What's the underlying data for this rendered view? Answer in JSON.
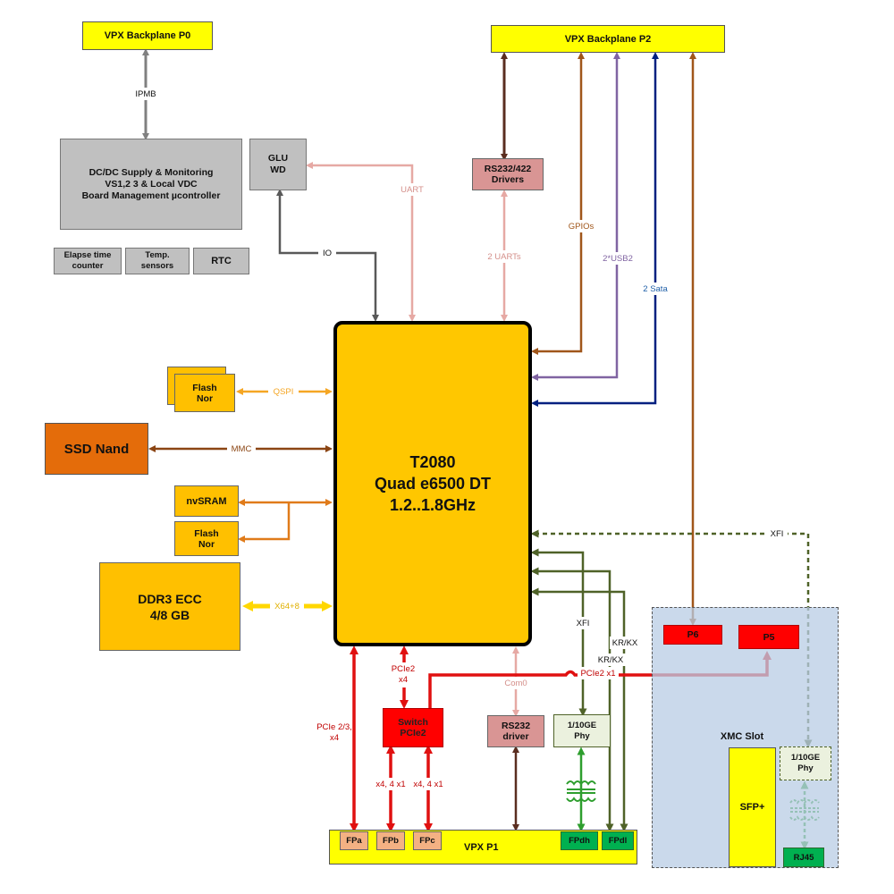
{
  "vpx_p0": "VPX Backplane P0",
  "vpx_p2": "VPX Backplane P2",
  "dcdc": [
    "DC/DC Supply & Monitoring",
    "VS1,2 3 & Local VDC",
    "Board Management µcontroller"
  ],
  "glu": [
    "GLU",
    "WD"
  ],
  "rs232_422": [
    "RS232/422",
    "Drivers"
  ],
  "elapse": [
    "Elapse time",
    "counter"
  ],
  "temp": [
    "Temp.",
    "sensors"
  ],
  "rtc": "RTC",
  "cpu": [
    "T2080",
    "Quad e6500 DT",
    "1.2..1.8GHz"
  ],
  "flash_nor_1": [
    "Flash",
    "Nor"
  ],
  "ssd": "SSD Nand",
  "nvsram": "nvSRAM",
  "flash_nor_2": [
    "Flash",
    "Nor"
  ],
  "ddr3": [
    "DDR3 ECC",
    "4/8 GB"
  ],
  "switch": [
    "Switch",
    "PCIe2"
  ],
  "rs232_driver": [
    "RS232",
    "driver"
  ],
  "phy_main": [
    "1/10GE",
    "Phy"
  ],
  "p6": "P6",
  "p5": "P5",
  "xmc_slot": "XMC Slot",
  "sfp": "SFP+",
  "phy_xmc": [
    "1/10GE",
    "Phy"
  ],
  "rj45": "RJ45",
  "vpx_p1": "VPX P1",
  "fp": {
    "a": "FPa",
    "b": "FPb",
    "c": "FPc",
    "dh": "FPdh",
    "dl": "FPdl"
  },
  "labels": {
    "ipmb": "IPMB",
    "uart": "UART",
    "io": "IO",
    "two_uarts": "2 UARTs",
    "gpios": "GPIOs",
    "usb2": "2*USB2",
    "sata": "2 Sata",
    "qspi": "QSPI",
    "mmc": "MMC",
    "x64": "X64+8",
    "xfi_top": "XFI",
    "xfi": "XFI",
    "krkx1": "KR/KX",
    "krkx2": "KR/KX",
    "pcie_x1": "PCIe2 x1",
    "pcie23": [
      "PCIe 2/3,",
      "x4"
    ],
    "pcie2x4": [
      "PCIe2",
      "x4"
    ],
    "com0": "Com0",
    "x4x1_a": "x4, 4 x1",
    "x4x1_b": "x4, 4 x1"
  },
  "colors": {
    "grey_link": "#808080",
    "uart": "#e6a9a4",
    "rs232_link": "#5a2d1f",
    "gpio": "#a0561a",
    "usb": "#8064a2",
    "sata": "#002080",
    "qspi": "#f5a623",
    "mmc": "#8b4513",
    "nvsram": "#e07b1a",
    "ddr": "#ffd700",
    "pcie": "#e01010",
    "xfi": "#4f6228",
    "rj45_link": "#2e9e2e"
  }
}
